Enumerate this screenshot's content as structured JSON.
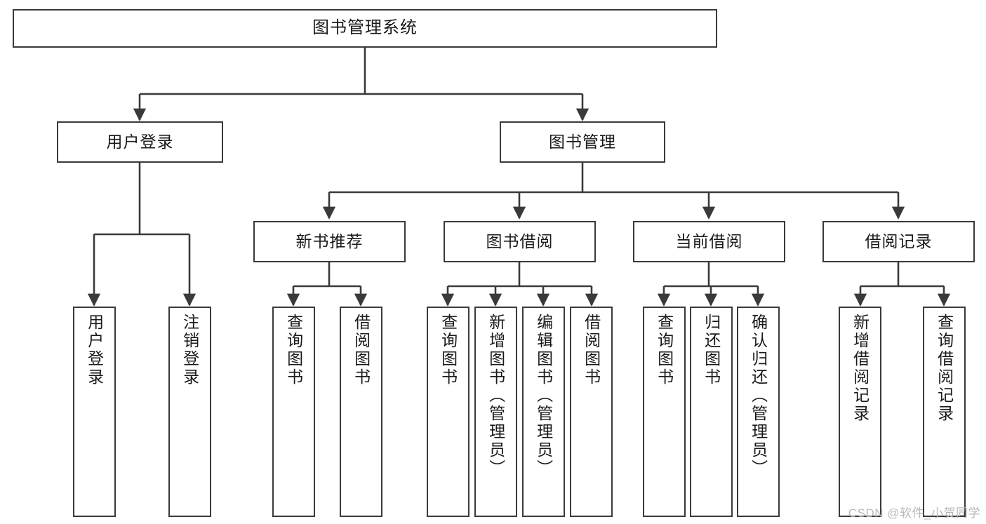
{
  "diagram": {
    "type": "tree",
    "title": "图书管理系统",
    "watermark": "CSDN @软件_小贺同学",
    "colors": {
      "box_border": "#3a3a3a",
      "box_fill": "#ffffff",
      "edge": "#3a3a3a",
      "text": "#1a1a1a",
      "watermark": "#b9b9b9",
      "background": "#ffffff"
    },
    "nodes": {
      "root": {
        "label": "图书管理系统"
      },
      "level2": [
        {
          "id": "user-login",
          "label": "用户登录"
        },
        {
          "id": "book-manage",
          "label": "图书管理"
        }
      ],
      "level3": [
        {
          "id": "new-book-recommend",
          "label": "新书推荐"
        },
        {
          "id": "book-borrow",
          "label": "图书借阅"
        },
        {
          "id": "current-borrow",
          "label": "当前借阅"
        },
        {
          "id": "borrow-record",
          "label": "借阅记录"
        }
      ],
      "leaves": {
        "user_login": [
          {
            "id": "leaf-user-login",
            "label": "用户登录"
          },
          {
            "id": "leaf-logout",
            "label": "注销登录"
          }
        ],
        "new_book_recommend": [
          {
            "id": "leaf-query-book-1",
            "label": "查询图书"
          },
          {
            "id": "leaf-borrow-book-1",
            "label": "借阅图书"
          }
        ],
        "book_borrow": [
          {
            "id": "leaf-query-book-2",
            "label": "查询图书"
          },
          {
            "id": "leaf-add-book",
            "label": "新增图书（管理员）"
          },
          {
            "id": "leaf-edit-book",
            "label": "编辑图书（管理员）"
          },
          {
            "id": "leaf-borrow-book-2",
            "label": "借阅图书"
          }
        ],
        "current_borrow": [
          {
            "id": "leaf-query-book-3",
            "label": "查询图书"
          },
          {
            "id": "leaf-return-book",
            "label": "归还图书"
          },
          {
            "id": "leaf-confirm-return",
            "label": "确认归还（管理员）"
          }
        ],
        "borrow_record": [
          {
            "id": "leaf-add-record",
            "label": "新增借阅记录"
          },
          {
            "id": "leaf-query-record",
            "label": "查询借阅记录"
          }
        ]
      }
    }
  }
}
